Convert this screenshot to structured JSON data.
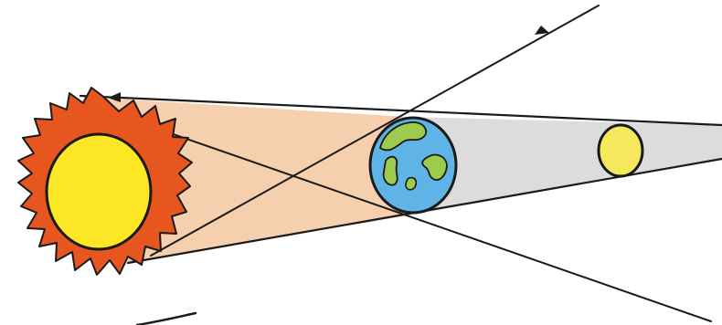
{
  "figure": {
    "subject": "lunar eclipse",
    "bodies": [
      {
        "id": "sun",
        "icon": "sun-icon"
      },
      {
        "id": "earth",
        "icon": "earth-icon"
      },
      {
        "id": "moon",
        "icon": "moon-icon"
      }
    ]
  },
  "colors": {
    "sun_core": "#fde725",
    "sun_corona": "#e8561f",
    "light_cone": "#f6cfae",
    "umbra": "#dcdcdc",
    "earth_ocean": "#5fb3e6",
    "earth_land": "#9ecb4e",
    "moon": "#f6e85c",
    "line": "#1a1a1a"
  }
}
